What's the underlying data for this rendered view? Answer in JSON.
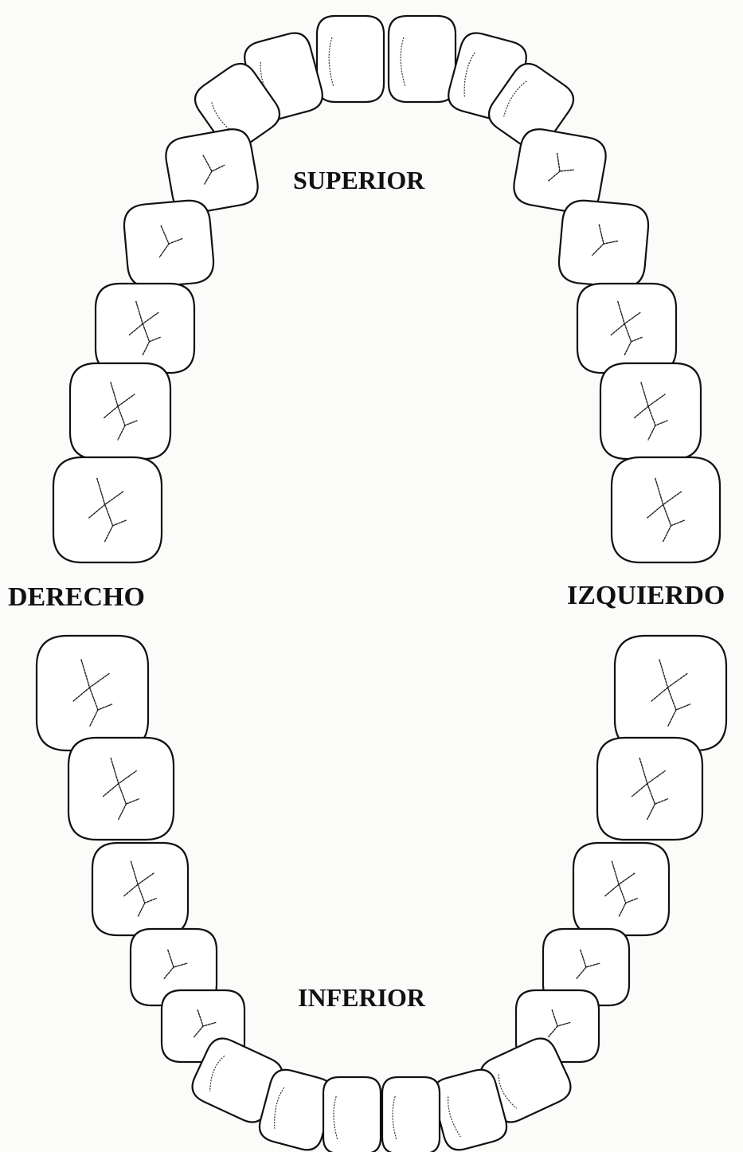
{
  "labels": {
    "superior": "SUPERIOR",
    "inferior": "INFERIOR",
    "derecho": "DERECHO",
    "izquierdo": "IZQUIERDO"
  },
  "colors": {
    "background": "#fbfbf9",
    "outline": "#111111",
    "tooth_fill": "#ffffff"
  },
  "arches": {
    "upper": {
      "tooth_count": 16
    },
    "lower": {
      "tooth_count": 16
    }
  }
}
